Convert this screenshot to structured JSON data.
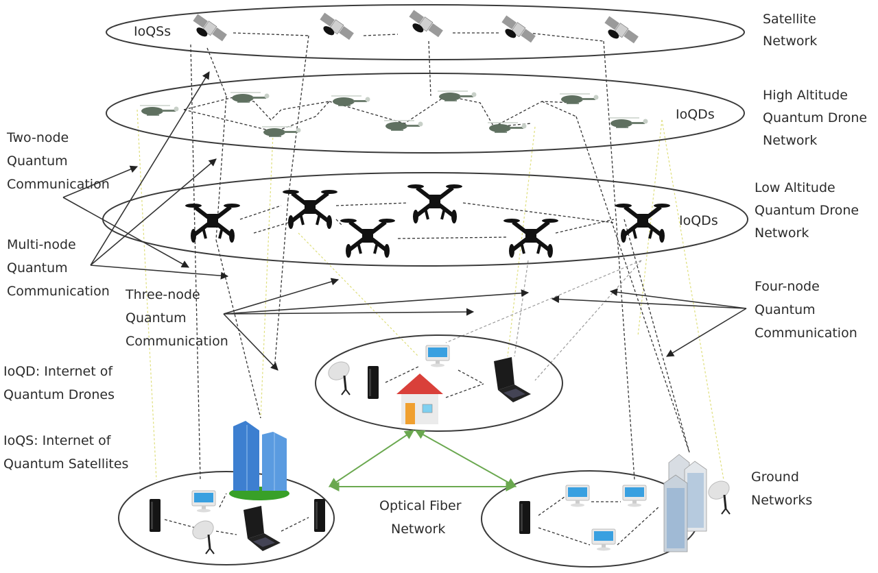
{
  "diagram": {
    "layers": {
      "satellite": {
        "label_line1": "Satellite",
        "label_line2": "Network",
        "inner_label": "IoQSs"
      },
      "high_altitude": {
        "label_line1": "High Altitude",
        "label_line2": "Quantum Drone",
        "label_line3": "Network",
        "inner_label": "IoQDs"
      },
      "low_altitude": {
        "label_line1": "Low Altitude",
        "label_line2": "Quantum Drone",
        "label_line3": "Network",
        "inner_label": "IoQDs"
      },
      "ground": {
        "label_line1": "Ground",
        "label_line2": "Networks"
      }
    },
    "annotations": {
      "two_node": [
        "Two-node",
        "Quantum",
        "Communication"
      ],
      "multi_node": [
        "Multi-node",
        "Quantum",
        "Communication"
      ],
      "three_node": [
        "Three-node",
        "Quantum",
        "Communication"
      ],
      "four_node": [
        "Four-node",
        "Quantum",
        "Communication"
      ]
    },
    "legend": {
      "ioqd_line1": "IoQD: Internet of",
      "ioqd_line2": "Quantum Drones",
      "ioqs_line1": "IoQS: Internet of",
      "ioqs_line2": "Quantum Satellites"
    },
    "optical_fiber": {
      "line1": "Optical Fiber",
      "line2": "Network"
    },
    "colors": {
      "fiber": "#6aa84f",
      "drone_dark": "#111111",
      "helicopter": "#5f7060",
      "building_blue": "#3d7fd0",
      "house_roof": "#d9403a",
      "house_door": "#f0a030",
      "screen_blue": "#39a0e0"
    }
  }
}
